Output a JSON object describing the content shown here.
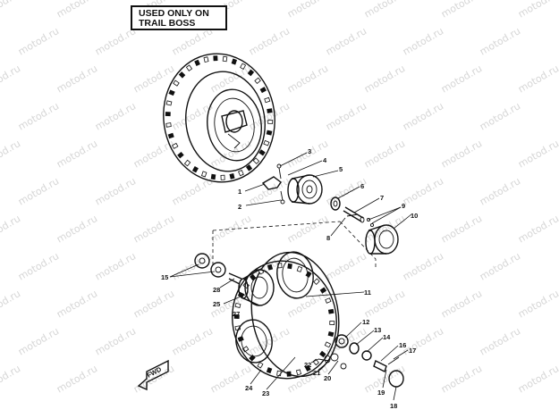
{
  "note": {
    "line1": "USED ONLY ON",
    "line2": "TRAIL BOSS"
  },
  "watermark": "motod.ru",
  "direction_arrow": "FWD",
  "callouts": [
    {
      "id": "c1",
      "text": "1"
    },
    {
      "id": "c2",
      "text": "2"
    },
    {
      "id": "c3",
      "text": "3"
    },
    {
      "id": "c4",
      "text": "4"
    },
    {
      "id": "c5",
      "text": "5"
    },
    {
      "id": "c6",
      "text": "6"
    },
    {
      "id": "c7",
      "text": "7"
    },
    {
      "id": "c8",
      "text": "8"
    },
    {
      "id": "c9",
      "text": "9"
    },
    {
      "id": "c10",
      "text": "10"
    },
    {
      "id": "c11",
      "text": "11"
    },
    {
      "id": "c12",
      "text": "12"
    },
    {
      "id": "c13",
      "text": "13"
    },
    {
      "id": "c14",
      "text": "14"
    },
    {
      "id": "c15",
      "text": "15"
    },
    {
      "id": "c16",
      "text": "16"
    },
    {
      "id": "c17",
      "text": "17"
    },
    {
      "id": "c18",
      "text": "18"
    },
    {
      "id": "c19",
      "text": "19"
    },
    {
      "id": "c20",
      "text": "20"
    },
    {
      "id": "c21",
      "text": "21"
    },
    {
      "id": "c22",
      "text": "22"
    },
    {
      "id": "c23",
      "text": "23"
    },
    {
      "id": "c24",
      "text": "24"
    },
    {
      "id": "c25",
      "text": "25"
    },
    {
      "id": "c27",
      "text": "27"
    },
    {
      "id": "c28",
      "text": "28"
    }
  ]
}
